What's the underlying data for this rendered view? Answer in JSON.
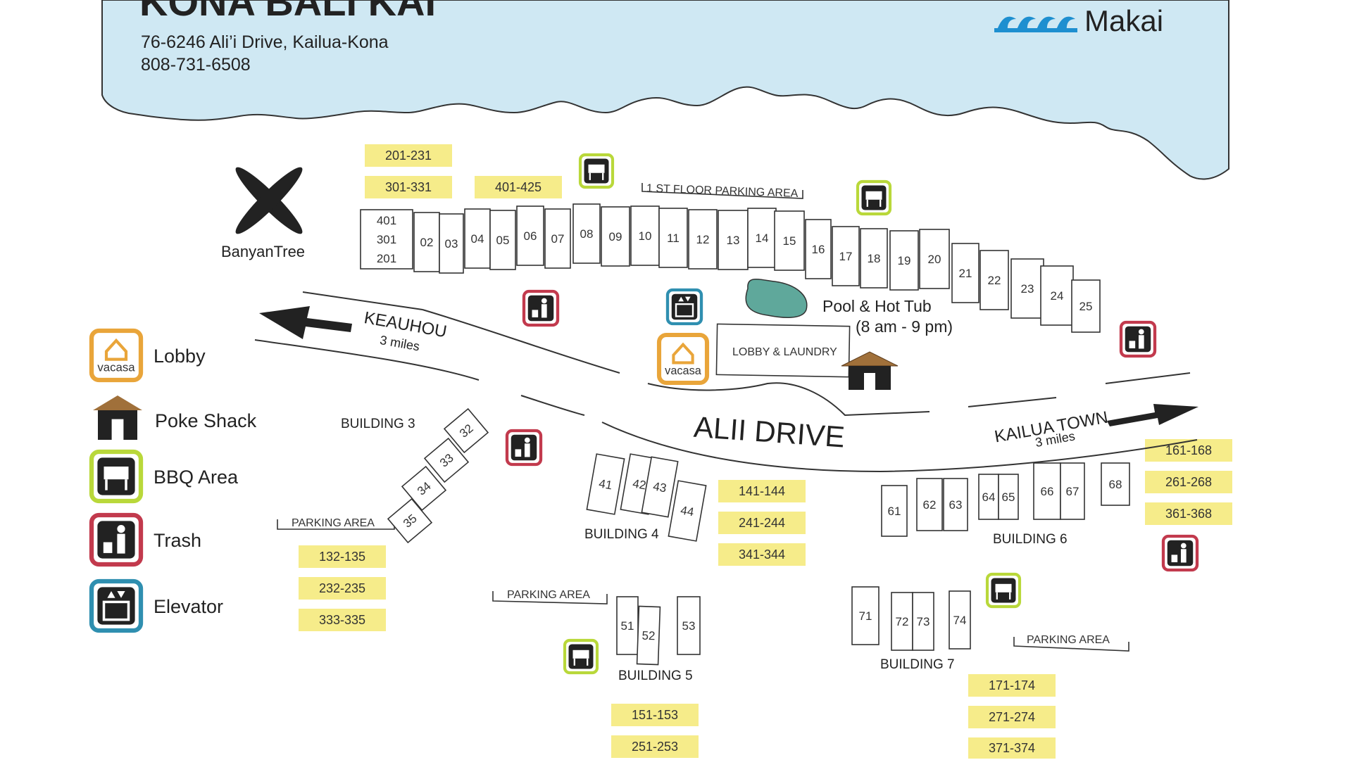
{
  "header": {
    "title": "KONA BALI KAI",
    "address": "76-6246 Ali’i Drive, Kailua-Kona",
    "phone": "808-731-6508",
    "brand": "Makai"
  },
  "colors": {
    "ocean": "#cfe8f3",
    "tag": "#f6ec8a",
    "lobby": "#e9a53a",
    "bbq": "#b9d83a",
    "trash": "#c23a4d",
    "elevator": "#2f8fb0",
    "pool": "#5fa89b",
    "brand_wave": "#1e8fd0"
  },
  "icons": {
    "lobby": "vacasa-house-icon",
    "poke": "hut-icon",
    "bbq": "grill-icon",
    "trash": "trash-person-icon",
    "elevator": "elevator-icon"
  },
  "landmarks": {
    "banyan_tree": "BanyanTree",
    "vacasa": "vacasa",
    "pool": "Pool & Hot Tub",
    "pool_hours": "(8 am - 9 pm)",
    "lobby_laundry": "LOBBY & LAUNDRY",
    "first_floor_parking": "1 ST FLOOR PARKING AREA",
    "parking": "PARKING AREA"
  },
  "roads": {
    "alii": "ALII DRIVE",
    "keauhou": "KEAUHOU",
    "keauhou_dist": "3 miles",
    "kailua": "KAILUA TOWN",
    "kailua_dist": "3 miles"
  },
  "legend": {
    "lobby": "Lobby",
    "poke": "Poke Shack",
    "bbq": "BBQ Area",
    "trash": "Trash",
    "elevator": "Elevator"
  },
  "buildings": {
    "b3": "BUILDING 3",
    "b4": "BUILDING 4",
    "b5": "BUILDING 5",
    "b6": "BUILDING 6",
    "b7": "BUILDING 7"
  },
  "main_units": [
    "401\n301\n201",
    "02",
    "03",
    "04",
    "05",
    "06",
    "07",
    "08",
    "09",
    "10",
    "11",
    "12",
    "13",
    "14",
    "15",
    "16",
    "17",
    "18",
    "19",
    "20",
    "21",
    "22",
    "23",
    "24",
    "25"
  ],
  "b3_units": [
    "32",
    "33",
    "34",
    "35"
  ],
  "b4_units": [
    "41",
    "42",
    "43",
    "44"
  ],
  "b5_units": [
    "51",
    "52",
    "53"
  ],
  "b6_units": [
    "61",
    "62",
    "63",
    "64",
    "65",
    "66",
    "67",
    "68"
  ],
  "b7_units": [
    "71",
    "72",
    "73",
    "74"
  ],
  "ranges": {
    "main": [
      "201-231",
      "301-331",
      "401-425"
    ],
    "b3": [
      "132-135",
      "232-235",
      "333-335"
    ],
    "b4": [
      "141-144",
      "241-244",
      "341-344"
    ],
    "b5": [
      "151-153",
      "251-253"
    ],
    "b6": [
      "161-168",
      "261-268",
      "361-368"
    ],
    "b7": [
      "171-174",
      "271-274",
      "371-374"
    ]
  }
}
